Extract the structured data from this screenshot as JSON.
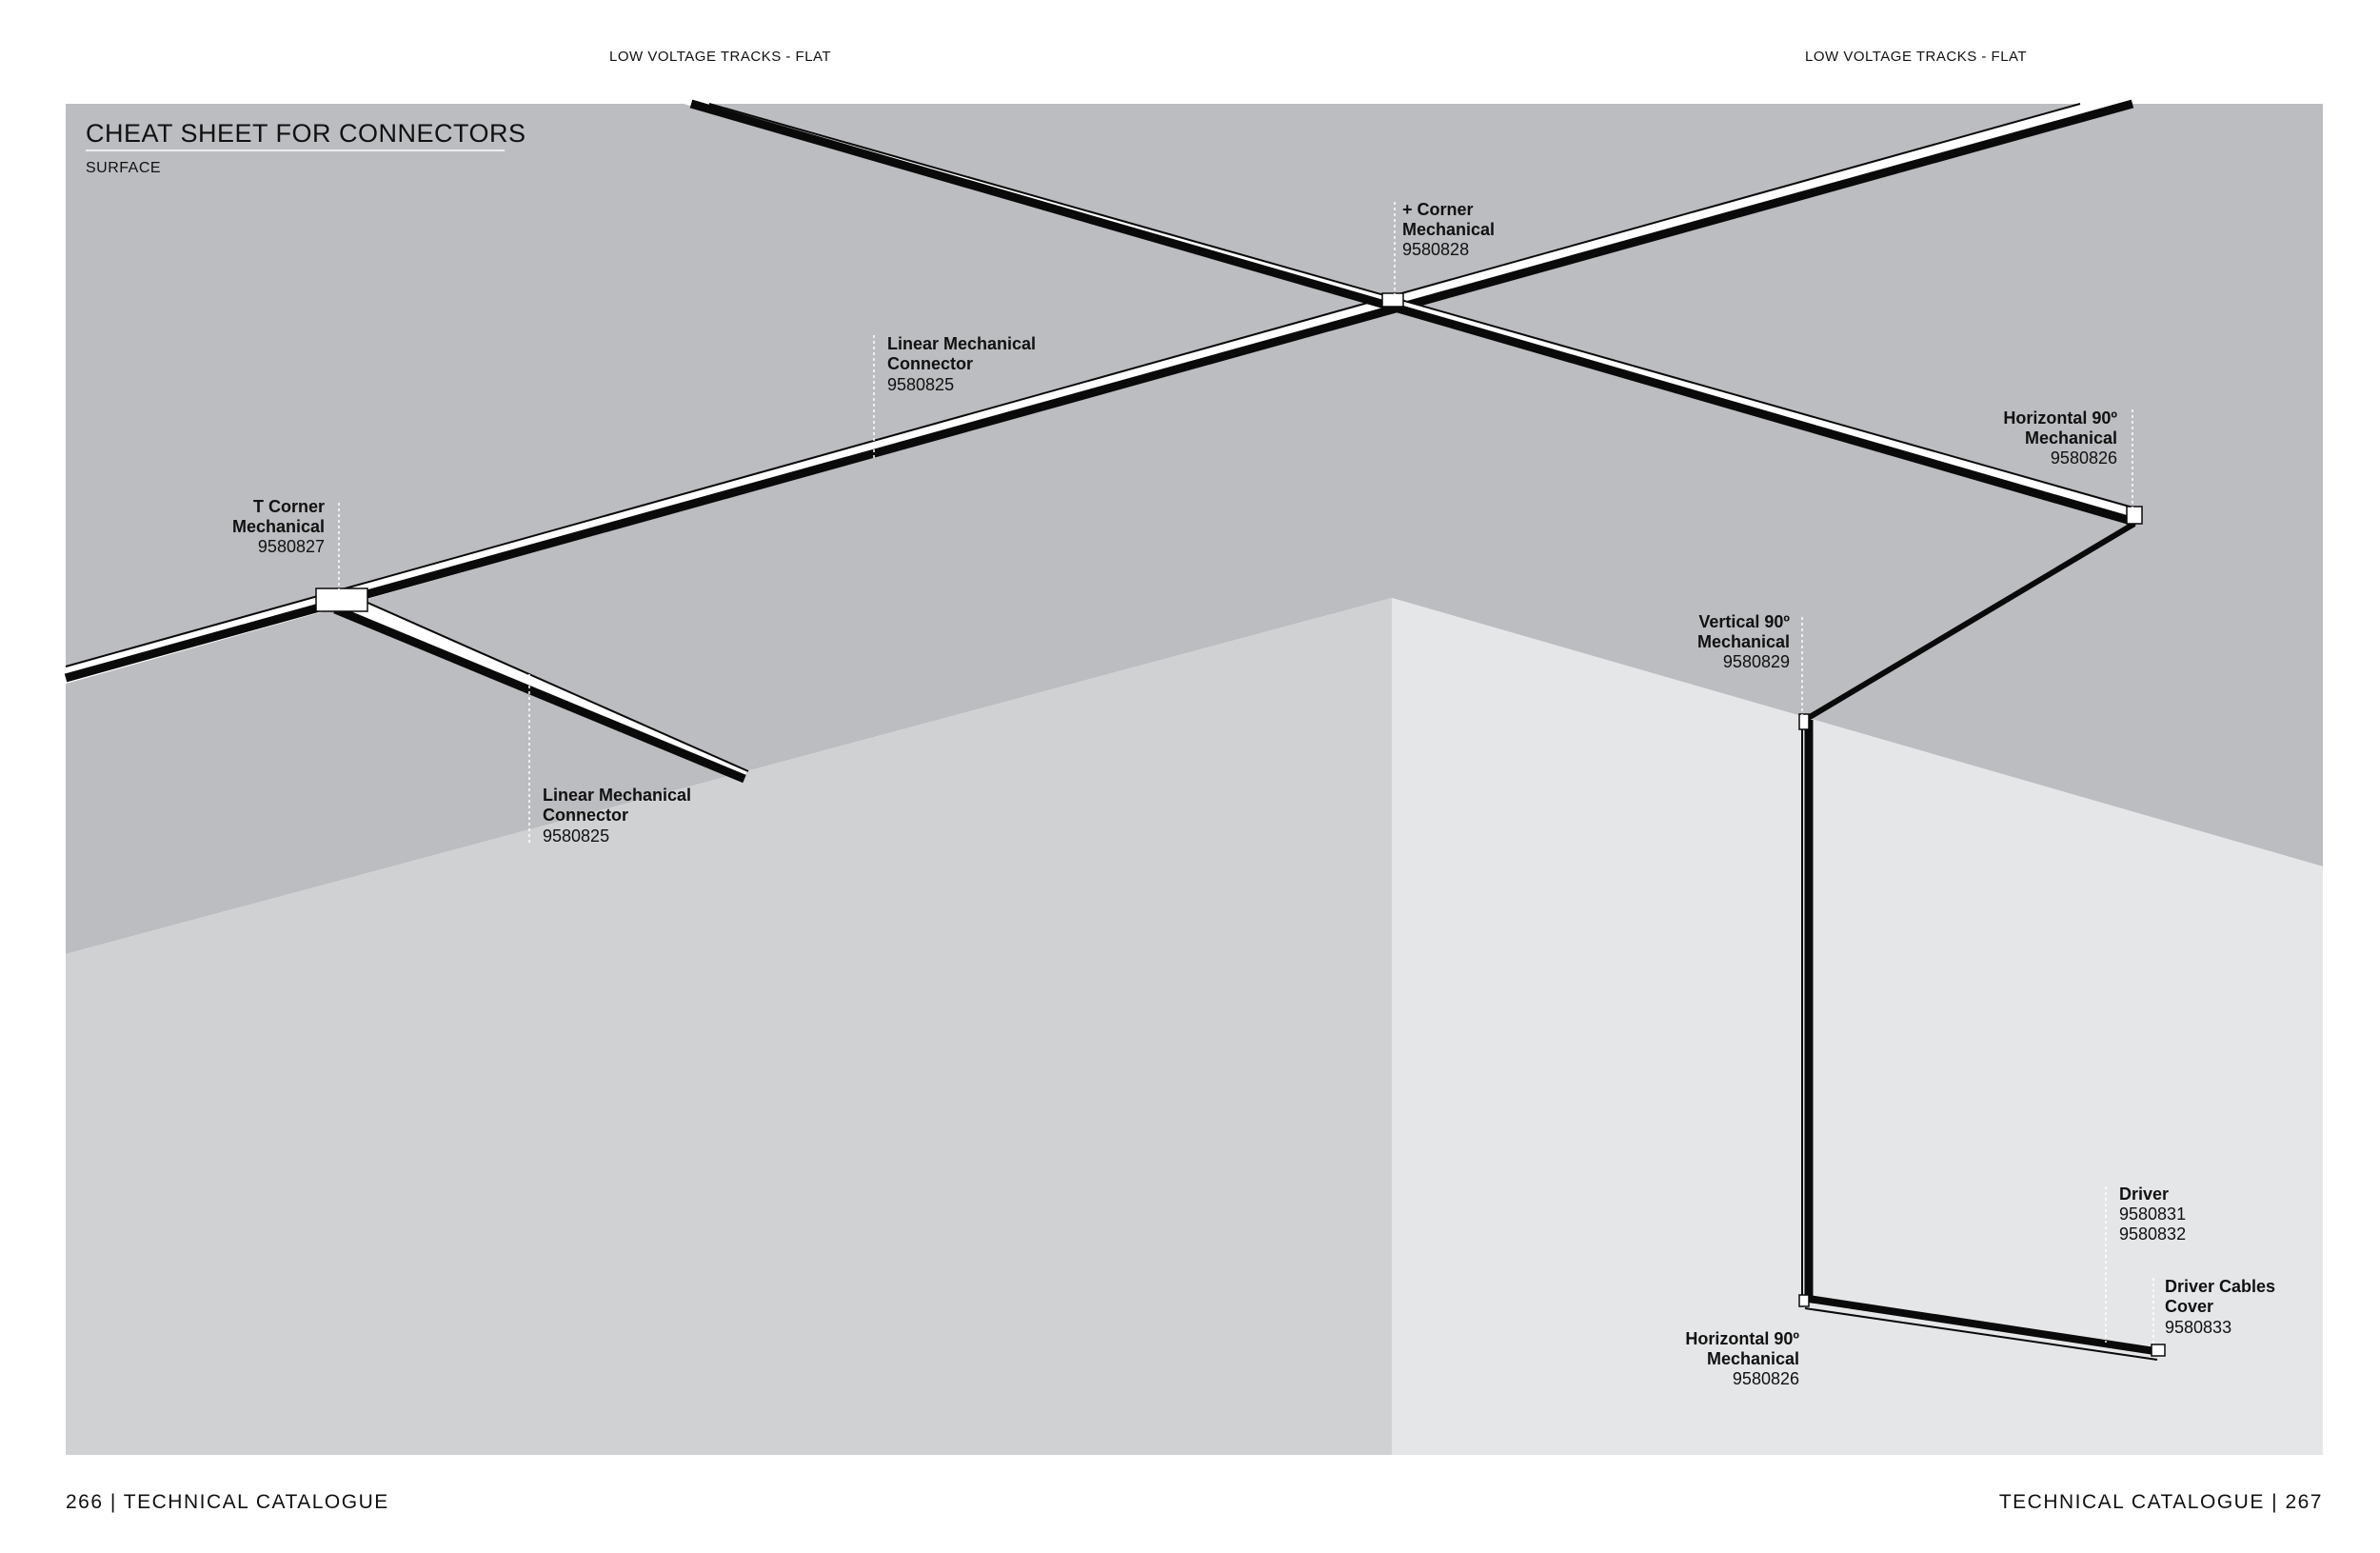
{
  "running_heads": {
    "left": "LOW VOLTAGE TRACKS - FLAT",
    "right": "LOW VOLTAGE TRACKS - FLAT"
  },
  "diagram": {
    "title": "CHEAT SHEET FOR CONNECTORS",
    "subtitle": "SURFACE",
    "colors": {
      "ceiling": "#bcbdc1",
      "left_wall": "#d0d1d3",
      "right_wall": "#e5e6e8",
      "track": "#0a0a0a",
      "track_face": "#ffffff"
    },
    "labels": {
      "plus_corner": {
        "line1": "+ Corner",
        "line2": "Mechanical",
        "code": "9580828"
      },
      "linear_top": {
        "line1": "Linear Mechanical",
        "line2": "Connector",
        "code": "9580825"
      },
      "t_corner": {
        "line1": "T Corner",
        "line2": "Mechanical",
        "code": "9580827"
      },
      "linear_bottom": {
        "line1": "Linear Mechanical",
        "line2": "Connector",
        "code": "9580825"
      },
      "horizontal_top": {
        "line1": "Horizontal 90º",
        "line2": "Mechanical",
        "code": "9580826"
      },
      "vertical": {
        "line1": "Vertical 90º",
        "line2": "Mechanical",
        "code": "9580829"
      },
      "horizontal_bottom": {
        "line1": "Horizontal 90º",
        "line2": "Mechanical",
        "code": "9580826"
      },
      "driver": {
        "line1": "Driver",
        "code1": "9580831",
        "code2": "9580832"
      },
      "driver_cover": {
        "line1": "Driver Cables",
        "line2": "Cover",
        "code": "9580833"
      }
    }
  },
  "footer": {
    "left": "266 | TECHNICAL CATALOGUE",
    "right": "TECHNICAL CATALOGUE | 267"
  }
}
